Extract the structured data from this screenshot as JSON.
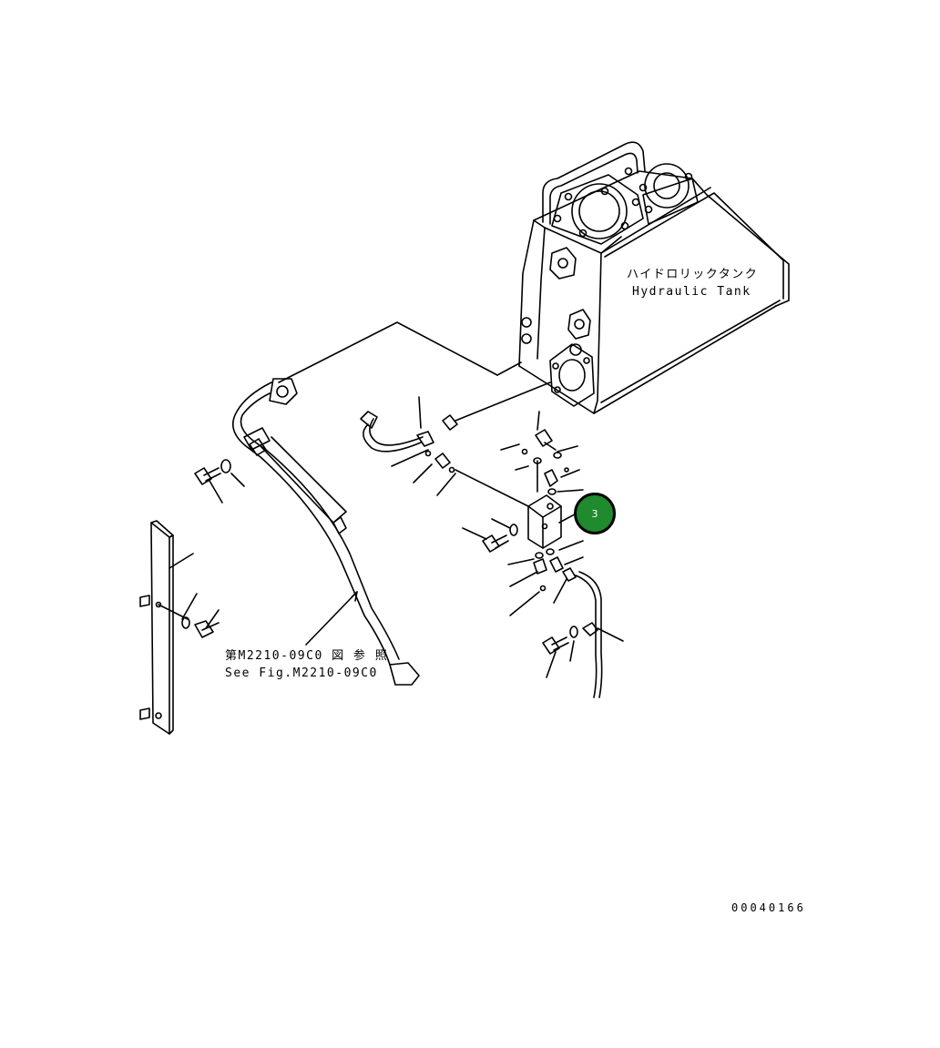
{
  "labels": {
    "tank_jp": "ハイドロリックタンク",
    "tank_en": "Hydraulic Tank",
    "ref_jp": "第M2210-09C0 図 参 照",
    "ref_en": "See Fig.M2210-09C0",
    "figure_code": "00040166"
  },
  "callouts": [
    {
      "number": "3",
      "color": "#1f8a2e"
    }
  ]
}
